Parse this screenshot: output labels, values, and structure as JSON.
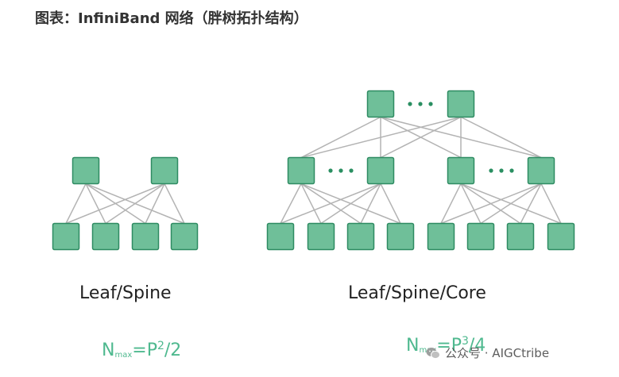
{
  "title": "图表：InfiniBand 网络（胖树拓扑结构）",
  "colors": {
    "node_fill": "#6fbf99",
    "node_stroke": "#2e8b62",
    "link": "#b3b3b3",
    "dots": "#2a8f62",
    "formula": "#4fb98f"
  },
  "left_diagram": {
    "caption": "Leaf/Spine",
    "formula": {
      "n": "N",
      "sub": "max",
      "eq": "=P",
      "sup": "2",
      "rest": "/2"
    }
  },
  "right_diagram": {
    "caption": "Leaf/Spine/Core",
    "formula": {
      "n": "N",
      "sub": "max",
      "eq": "=P",
      "sup": "3",
      "rest": "/4"
    }
  },
  "watermark": {
    "text": "公众号 · AIGCtribe",
    "icon": "wechat-icon"
  }
}
